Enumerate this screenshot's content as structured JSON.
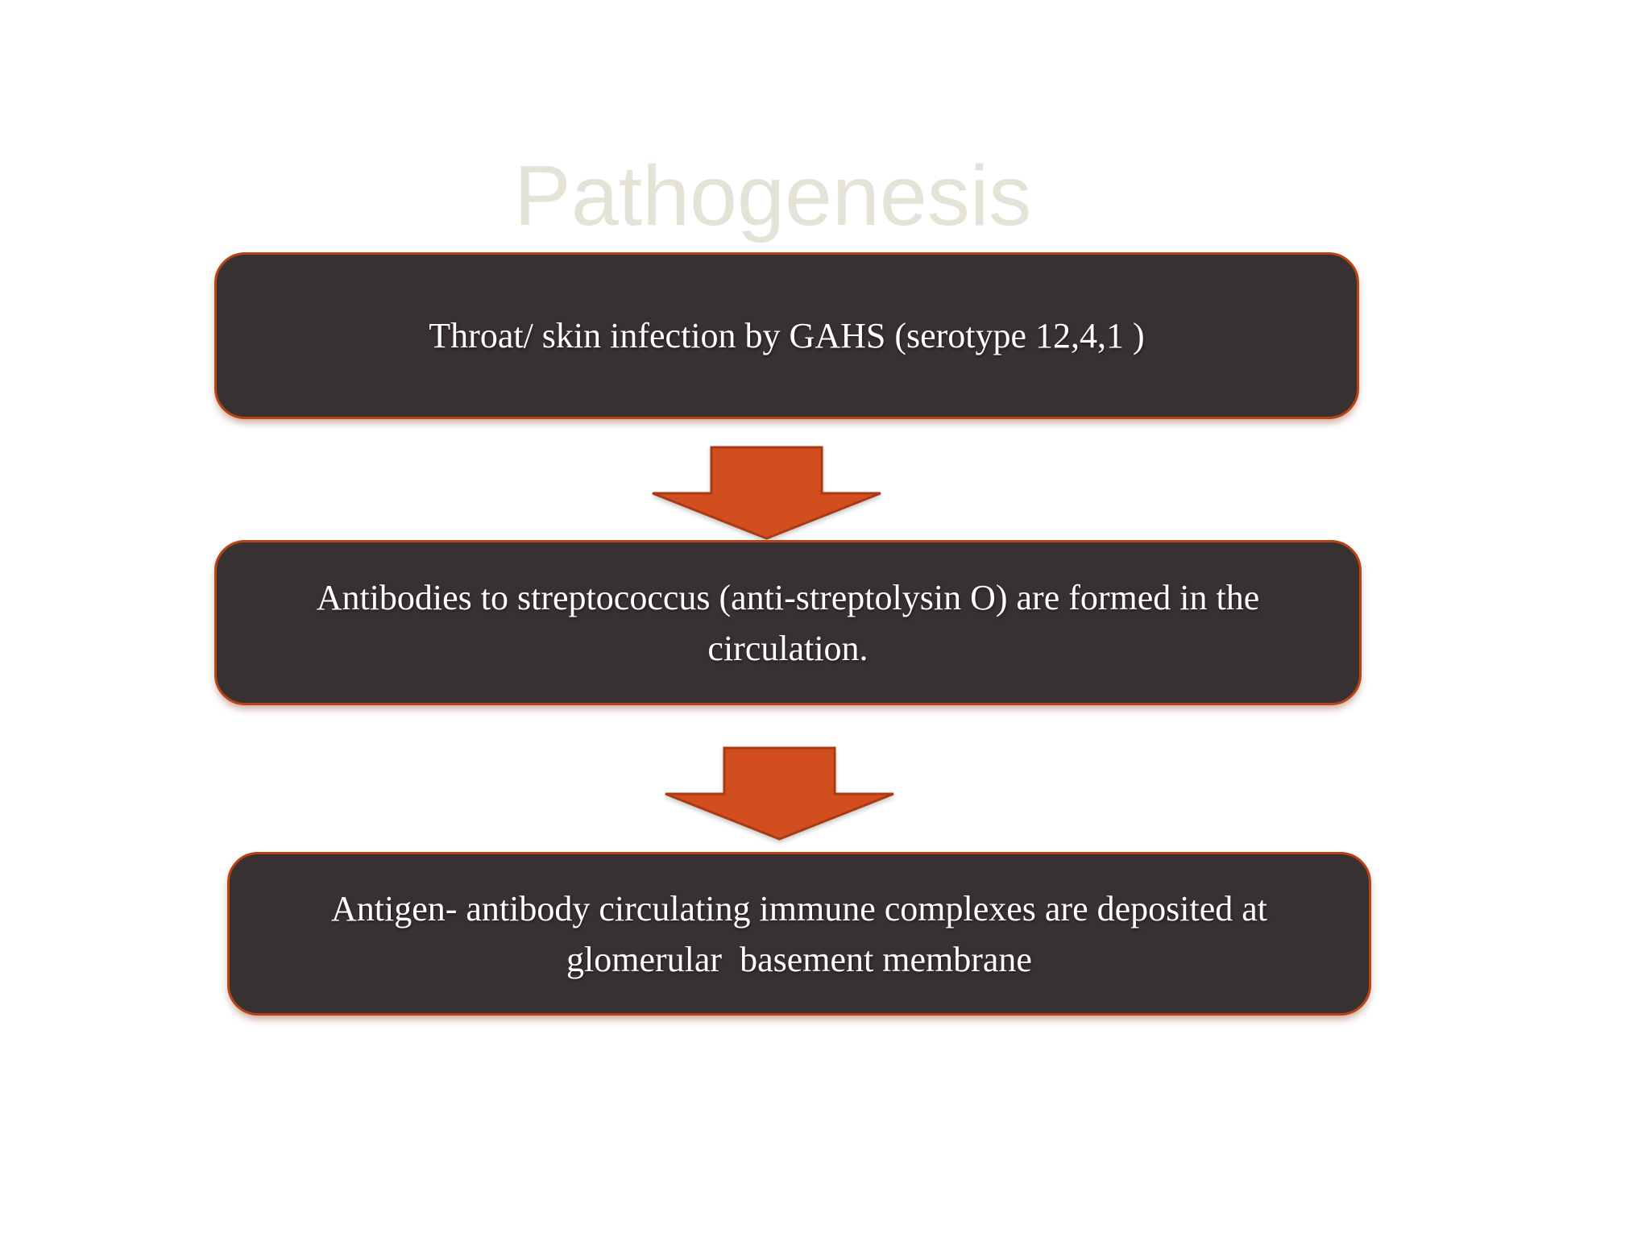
{
  "slide": {
    "title": "Pathogenesis"
  },
  "flow_boxes": [
    {
      "name": "step-1",
      "lines": [
        "Throat/ skin infection by GAHS (serotype 12,4,1 )"
      ]
    },
    {
      "name": "step-2",
      "lines": [
        "Antibodies to streptococcus (anti-streptolysin O) are formed in the",
        "circulation."
      ]
    },
    {
      "name": "step-3",
      "lines": [
        "Antigen- antibody circulating immune complexes are deposited at",
        "glomerular  basement membrane"
      ]
    }
  ],
  "icons": {
    "connector_1": "down-arrow-icon",
    "connector_2": "down-arrow-icon"
  },
  "colors": {
    "background": "#ffffff",
    "box_fill": "#383132",
    "box_border": "#b84316",
    "arrow_fill": "#d24e1e",
    "arrow_border": "#a93b12",
    "title_text": "#e5e3d8",
    "box_text": "#ffffff"
  }
}
